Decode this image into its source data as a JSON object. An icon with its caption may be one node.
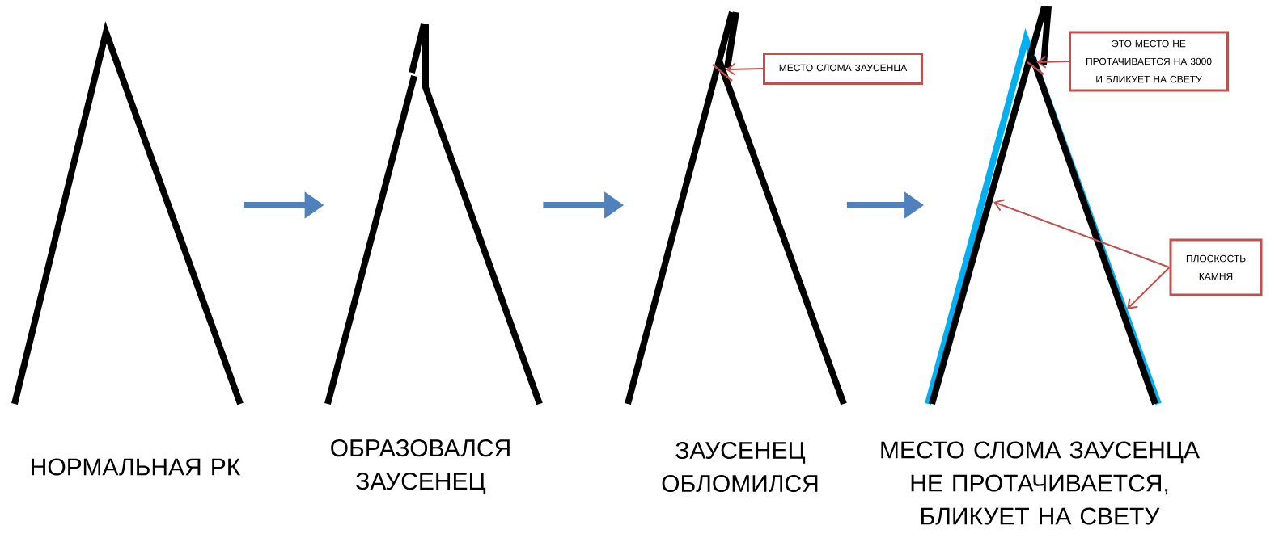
{
  "diagram": {
    "nodes": [
      {
        "text": [],
        "shape": "picture",
        "beside": [
          "НОРМАЛЬНАЯ РК"
        ]
      },
      {
        "text": [],
        "shape": "picture",
        "beside": [
          "ОБРАЗОВАЛСЯ ЗАУСЕНЕЦ"
        ]
      },
      {
        "text": [],
        "shape": "picture",
        "beside": [
          "ЗАУСЕНЕЦ ОБЛОМИЛСЯ"
        ]
      },
      {
        "text": [],
        "shape": "picture",
        "beside": [
          "МЕСТО СЛОМА ЗАУСЕНЦА НЕ ПРОТАЧИВАЕТСЯ, БЛИКУЕТ НА СВЕТУ"
        ]
      },
      {
        "text": [
          "МЕСТО СЛОМА ЗАУСЕНЦА"
        ]
      },
      {
        "text": [
          "ЭТО МЕСТО НЕ ПРОТАЧИВАЕТСЯ НА 3000 И БЛИКУЕТ НА СВЕТУ"
        ]
      },
      {
        "text": [
          "ПЛОСКОСТЬ КАМНЯ"
        ]
      }
    ],
    "edges": [
      {
        "from": 0,
        "to": 1,
        "arrow": "to",
        "style": "thick",
        "color": "#4f81bd"
      },
      {
        "from": 1,
        "to": 2,
        "arrow": "to",
        "style": "thick",
        "color": "#4f81bd"
      },
      {
        "from": 2,
        "to": 3,
        "arrow": "to",
        "style": "thick",
        "color": "#4f81bd"
      },
      {
        "from": 4,
        "to": 2,
        "arrow": "to"
      },
      {
        "from": 5,
        "to": 3,
        "arrow": "to"
      },
      {
        "from": 6,
        "to": 3,
        "arrow": "to"
      },
      {
        "from": 6,
        "to": 3,
        "arrow": "to"
      }
    ]
  }
}
